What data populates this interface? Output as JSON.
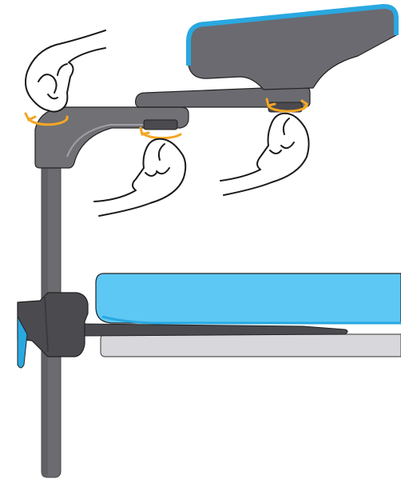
{
  "illustration": {
    "parts": [
      "vertical-pole",
      "clamp",
      "lower-armrest-tray",
      "lower-armrest-pad",
      "upper-swivel-arm",
      "upper-armrest-pad"
    ],
    "adjustment_points": [
      "top-of-pole-knob",
      "arm-underside-knob",
      "pad-underside-knob"
    ],
    "hands": 3
  },
  "colors": {
    "pole": "#6b6b70",
    "pole_dark": "#58585d",
    "clamp": "#4a4a4f",
    "arm": "#707075",
    "arm_highlight": "#a0a0a6",
    "pad_dark": "#6a6a70",
    "pad_blue": "#29a8e0",
    "pad_light_blue": "#5ec8f4",
    "tray_light": "#d8d8dc",
    "rotation_arrow": "#f5a623",
    "hand_outline": "#1a1a1a",
    "hand_fill": "#ffffff"
  },
  "icons": {
    "rotation": "rotate-arrows-icon",
    "hand": "pinching-hand-icon"
  }
}
